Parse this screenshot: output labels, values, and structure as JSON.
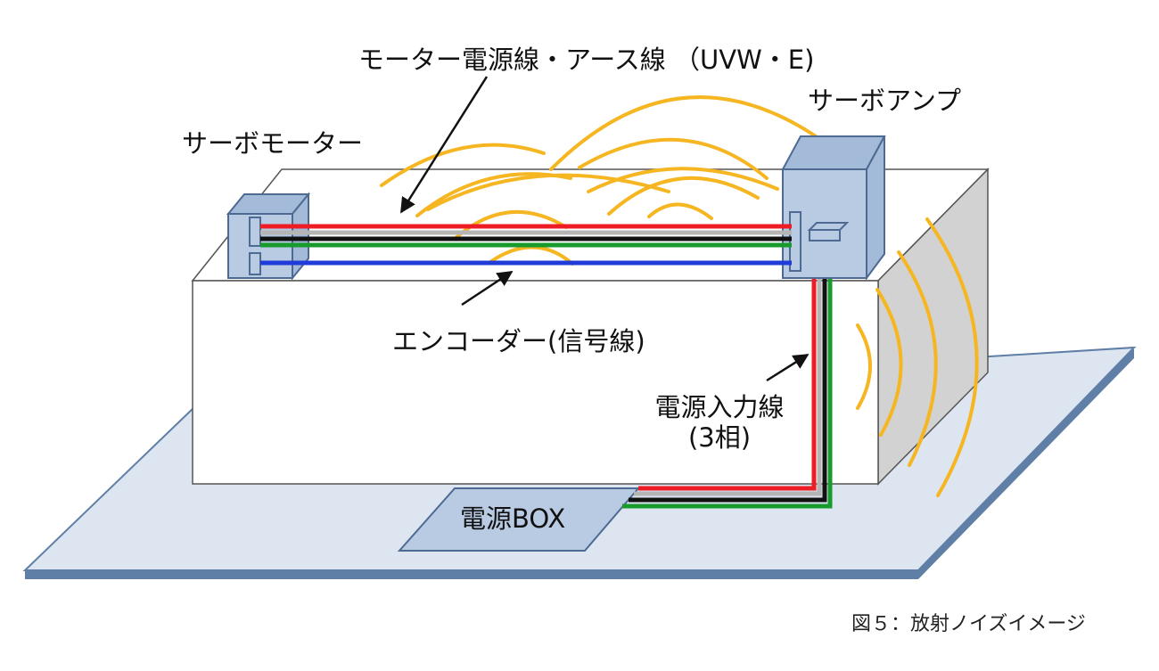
{
  "labels": {
    "motor_cable": "モーター電源線・アース線 （UVW・E)",
    "servo_amp": "サーボアンプ",
    "servo_motor": "サーボモーター",
    "encoder": "エンコーダー(信号線)",
    "power_input_line1": "電源入力線",
    "power_input_line2": "(3相)",
    "power_box": "電源BOX"
  },
  "caption": "図５：放射ノイズイメージ",
  "colors": {
    "background": "#ffffff",
    "floor": "#dde5f1",
    "floor_edge": "#5f7fa6",
    "machine_box": "#ffffff",
    "machine_side": "#d2d2d2",
    "device_fill": "#b8cbe3",
    "device_dark": "#a3bad8",
    "device_edge": "#4d6a92",
    "noise_wave": "#f5b622",
    "cable_red": "#ee1c24",
    "cable_gray": "#b5b5b5",
    "cable_black": "#111111",
    "cable_green": "#189a2c",
    "cable_blue": "#1f3bd8",
    "arrow": "#111111"
  },
  "icons": [
    "servo-motor-icon",
    "servo-amp-icon",
    "power-box-icon",
    "noise-wave-icon"
  ]
}
